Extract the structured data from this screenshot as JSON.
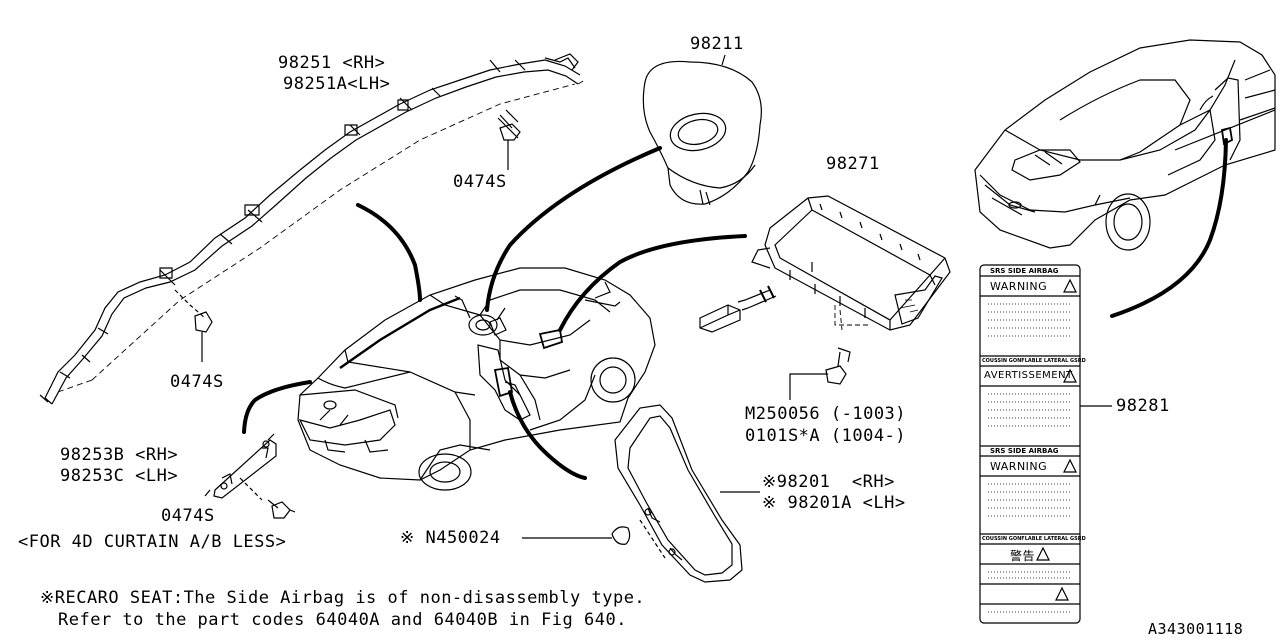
{
  "parts": {
    "curtain_rh": "98251 <RH>",
    "curtain_lh": "98251A<LH>",
    "steering_airbag": "98211",
    "passenger_airbag": "98271",
    "sensor_rh": "98253B <RH>",
    "sensor_lh": "98253C <LH>",
    "bolt_a": "0474S",
    "bolt_b": "0474S",
    "bolt_c": "0474S",
    "curtain_note": "<FOR 4D CURTAIN A/B LESS>",
    "screw_1": "M250056 (-1003)",
    "screw_2": "0101S*A (1004-)",
    "side_rh": "※98201  <RH>",
    "side_lh": "※ 98201A <LH>",
    "nut": "※ N450024",
    "label_part": "98281"
  },
  "label_card": {
    "header1": "SRS SIDE AIRBAG",
    "warn1": "WARNING",
    "fr_header": "COUSSIN GONFLABLE LATERAL GSRD",
    "warn2": "AVERTISSEMENT",
    "header2": "SRS SIDE AIRBAG",
    "warn3": "WARNING",
    "fr_header2": "COUSSIN GONFLABLE LATERAL GSRD",
    "warn4": "警告"
  },
  "notes": {
    "line1": "※RECARO SEAT:The Side Airbag is of non-disassembly type.",
    "line2": "Refer to the part codes 64040A and 64040B in Fig 640."
  },
  "figure_code": "A343001118"
}
